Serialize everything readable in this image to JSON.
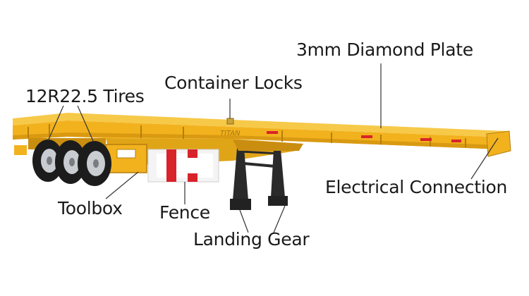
{
  "labels": {
    "diamond_plate": "3mm Diamond Plate",
    "container_locks": "Container Locks",
    "tires": "12R22.5 Tires",
    "electrical_connection": "Electrical Connection",
    "toolbox": "Toolbox",
    "fence": "Fence",
    "landing_gear": "Landing Gear"
  },
  "trailer": {
    "brand_text": "TITAN",
    "colors": {
      "body": "#f2b21e",
      "body_shade": "#d99a12",
      "body_dark": "#b57d0c",
      "tire": "#1c1c1c",
      "rim": "#c9ccd0",
      "fence_red": "#d8232a",
      "fence_white": "#f4f4f4",
      "landing_gear": "#2a2a2a",
      "leader_line": "#333333"
    }
  }
}
